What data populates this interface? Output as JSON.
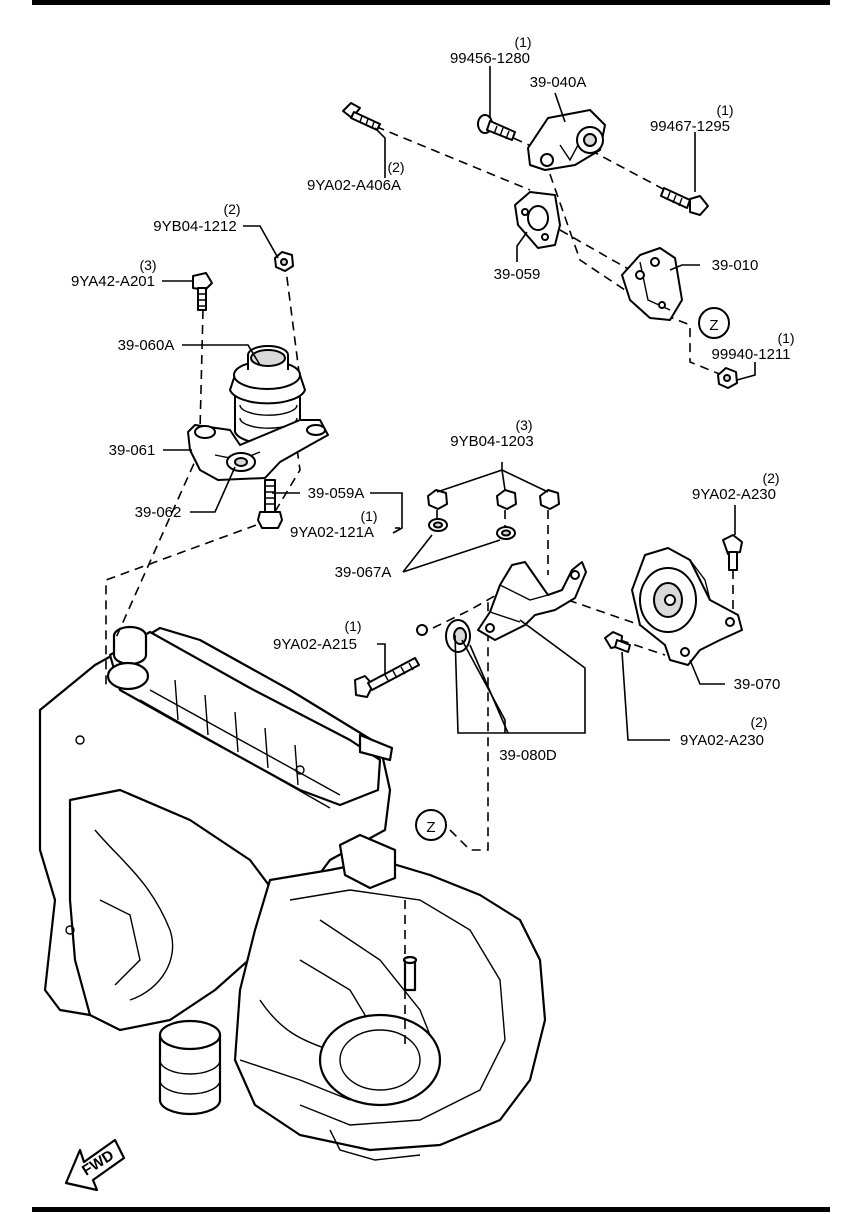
{
  "parts": {
    "p_99456_1280": {
      "qty": "(1)",
      "code": "99456-1280"
    },
    "p_39_040A": {
      "code": "39-040A"
    },
    "p_99467_1295": {
      "qty": "(1)",
      "code": "99467-1295"
    },
    "p_9YA02_A406A": {
      "qty": "(2)",
      "code": "9YA02-A406A"
    },
    "p_39_059": {
      "code": "39-059"
    },
    "p_39_010": {
      "code": "39-010"
    },
    "p_99940_1211": {
      "qty": "(1)",
      "code": "99940-1211"
    },
    "p_9YB04_1212": {
      "qty": "(2)",
      "code": "9YB04-1212"
    },
    "p_9YA42_A201": {
      "qty": "(3)",
      "code": "9YA42-A201"
    },
    "p_39_060A": {
      "code": "39-060A"
    },
    "p_39_061": {
      "code": "39-061"
    },
    "p_39_062": {
      "code": "39-062"
    },
    "p_39_059A": {
      "code": "39-059A"
    },
    "p_9YA02_121A": {
      "qty": "(1)",
      "code": "9YA02-121A"
    },
    "p_9YB04_1203": {
      "qty": "(3)",
      "code": "9YB04-1203"
    },
    "p_9YA02_A230_top": {
      "qty": "(2)",
      "code": "9YA02-A230"
    },
    "p_39_067A": {
      "code": "39-067A"
    },
    "p_9YA02_A215": {
      "qty": "(1)",
      "code": "9YA02-A215"
    },
    "p_39_070": {
      "code": "39-070"
    },
    "p_9YA02_A230_bottom": {
      "qty": "(2)",
      "code": "9YA02-A230"
    },
    "p_39_080D": {
      "code": "39-080D"
    }
  },
  "markers": {
    "ref_z": "Z"
  },
  "direction": {
    "fwd": "FWD"
  }
}
